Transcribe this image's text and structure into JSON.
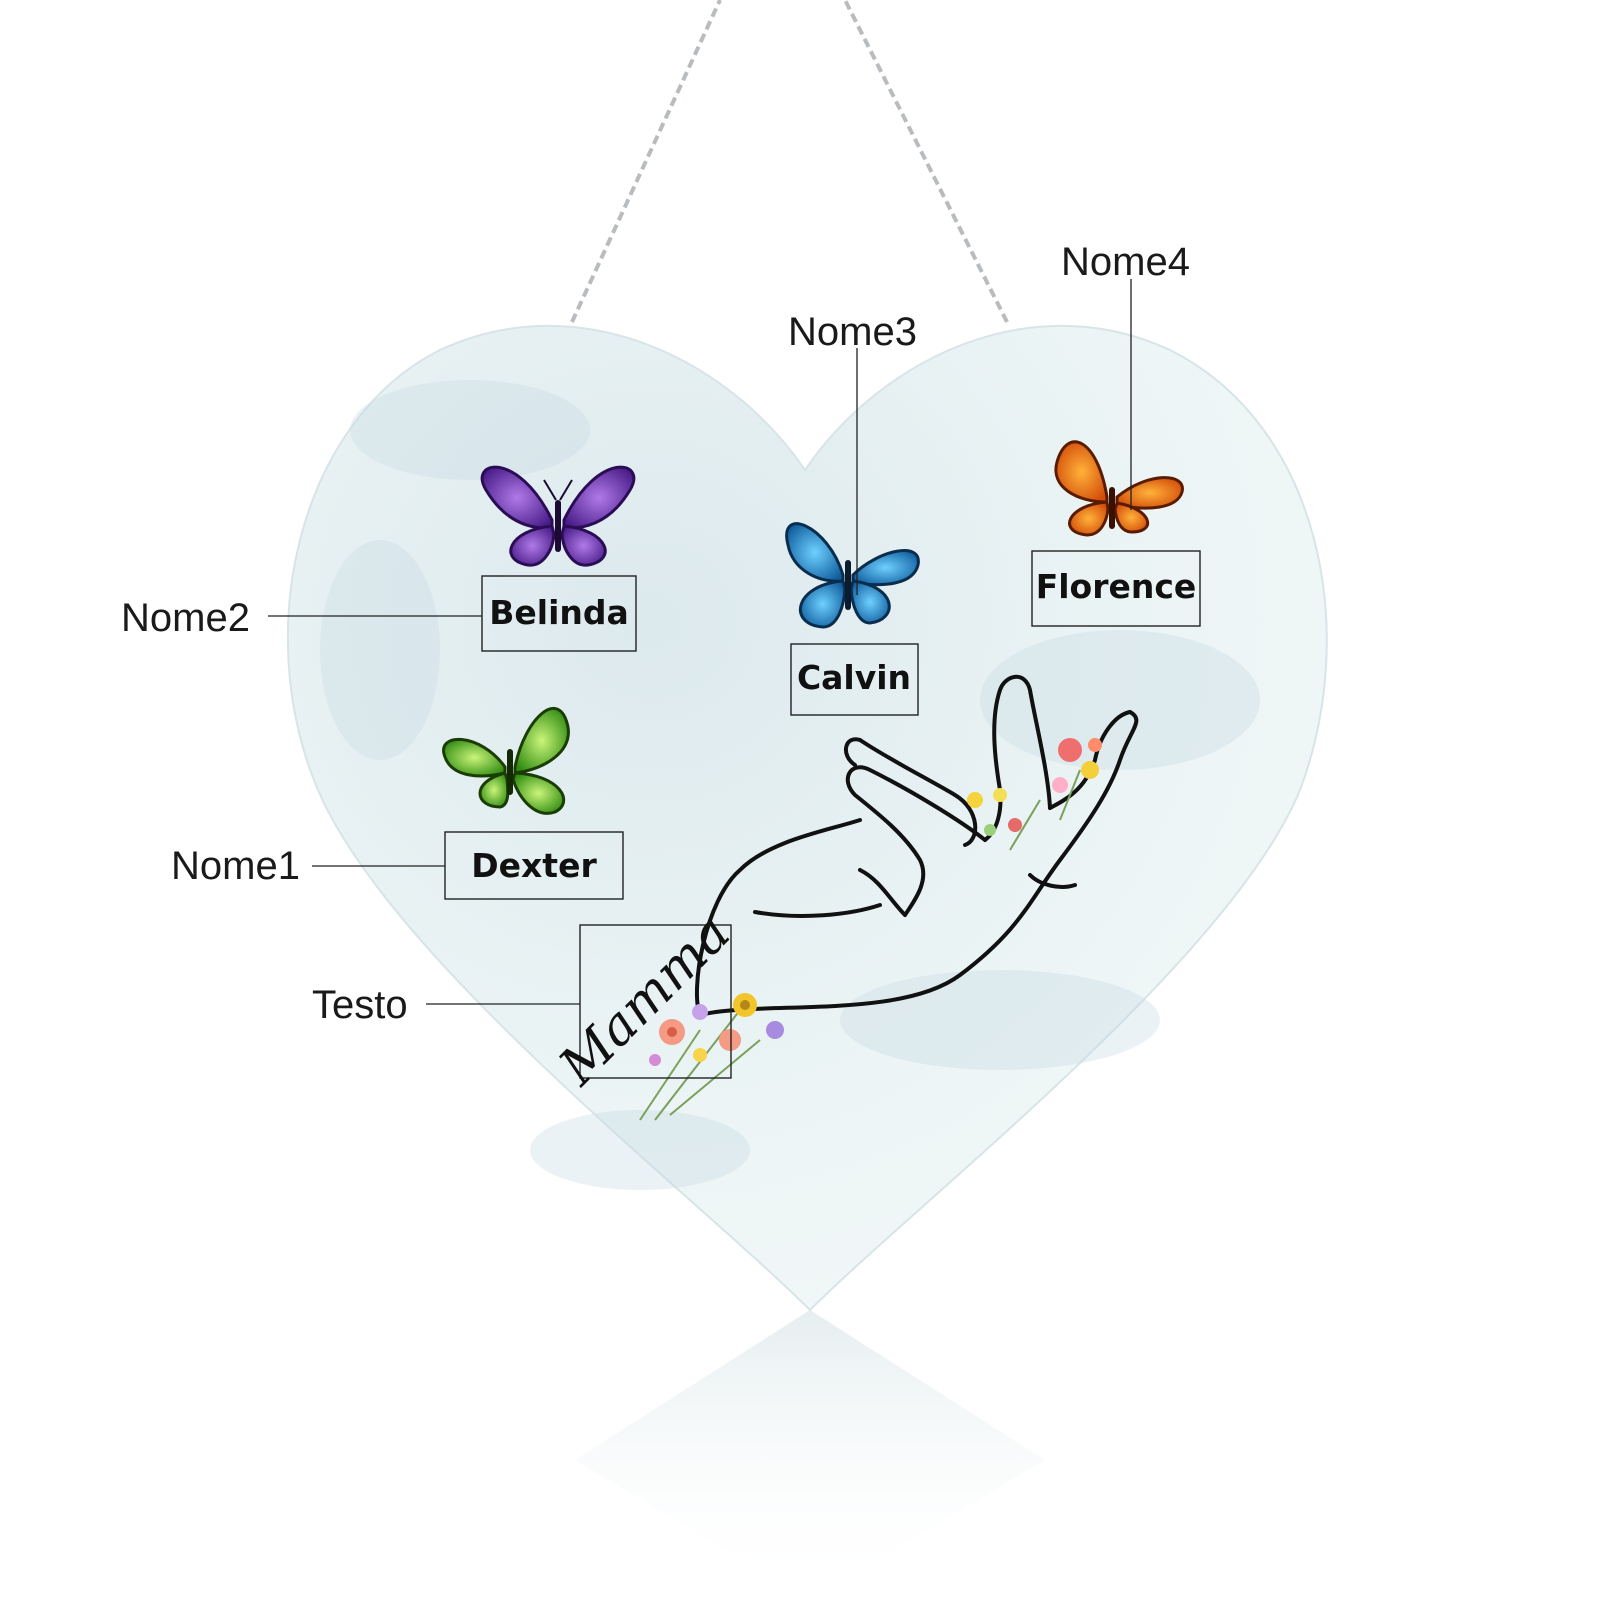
{
  "callouts": {
    "nome1": "Nome1",
    "nome2": "Nome2",
    "nome3": "Nome3",
    "nome4": "Nome4",
    "testo": "Testo"
  },
  "names": {
    "name1": "Dexter",
    "name2": "Belinda",
    "name3": "Calvin",
    "name4": "Florence"
  },
  "heart_text": "Mamma",
  "colors": {
    "heart_base": "#eef5f6",
    "heart_tint": "#cfe3ea",
    "chain": "#b9bcbf",
    "butterfly_purple": "#7a3fc4",
    "butterfly_blue": "#1f8fd6",
    "butterfly_orange": "#f07a12",
    "butterfly_green": "#5fc21e",
    "hand_line": "#111111"
  },
  "icons": [
    "chain-icon",
    "purple-butterfly-icon",
    "blue-butterfly-icon",
    "orange-butterfly-icon",
    "green-butterfly-icon",
    "hand-illustration",
    "flower-bouquet-icon"
  ]
}
